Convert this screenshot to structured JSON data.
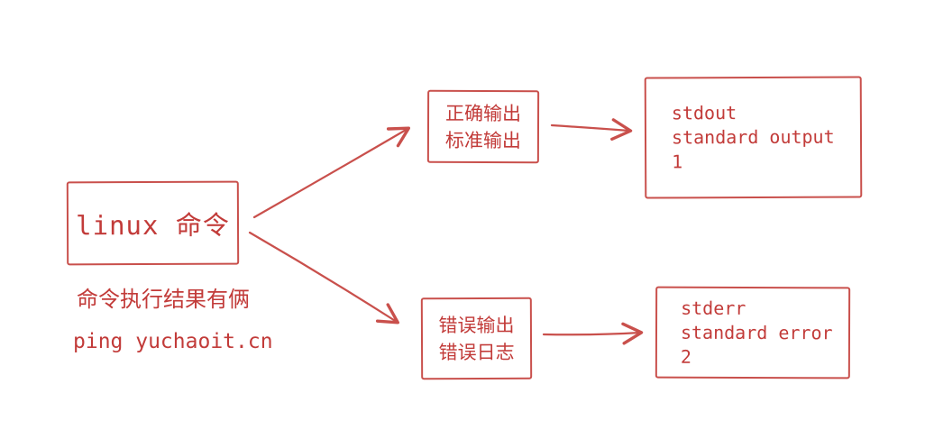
{
  "diagram": {
    "background_color": "#ffffff",
    "accent_color": "#c9504c",
    "text_color": "#c23b39",
    "source": {
      "title": "linux 命令"
    },
    "captions": {
      "result_note": "命令执行结果有俩",
      "example_command": "ping yuchaoit.cn"
    },
    "branches": {
      "stdout": {
        "label_line1": "正确输出",
        "label_line2": "标准输出",
        "target_line1": "stdout",
        "target_line2": "standard output",
        "target_line3": "1"
      },
      "stderr": {
        "label_line1": "错误输出",
        "label_line2": "错误日志",
        "target_line1": "stderr",
        "target_line2": "standard error",
        "target_line3": "2"
      }
    }
  }
}
